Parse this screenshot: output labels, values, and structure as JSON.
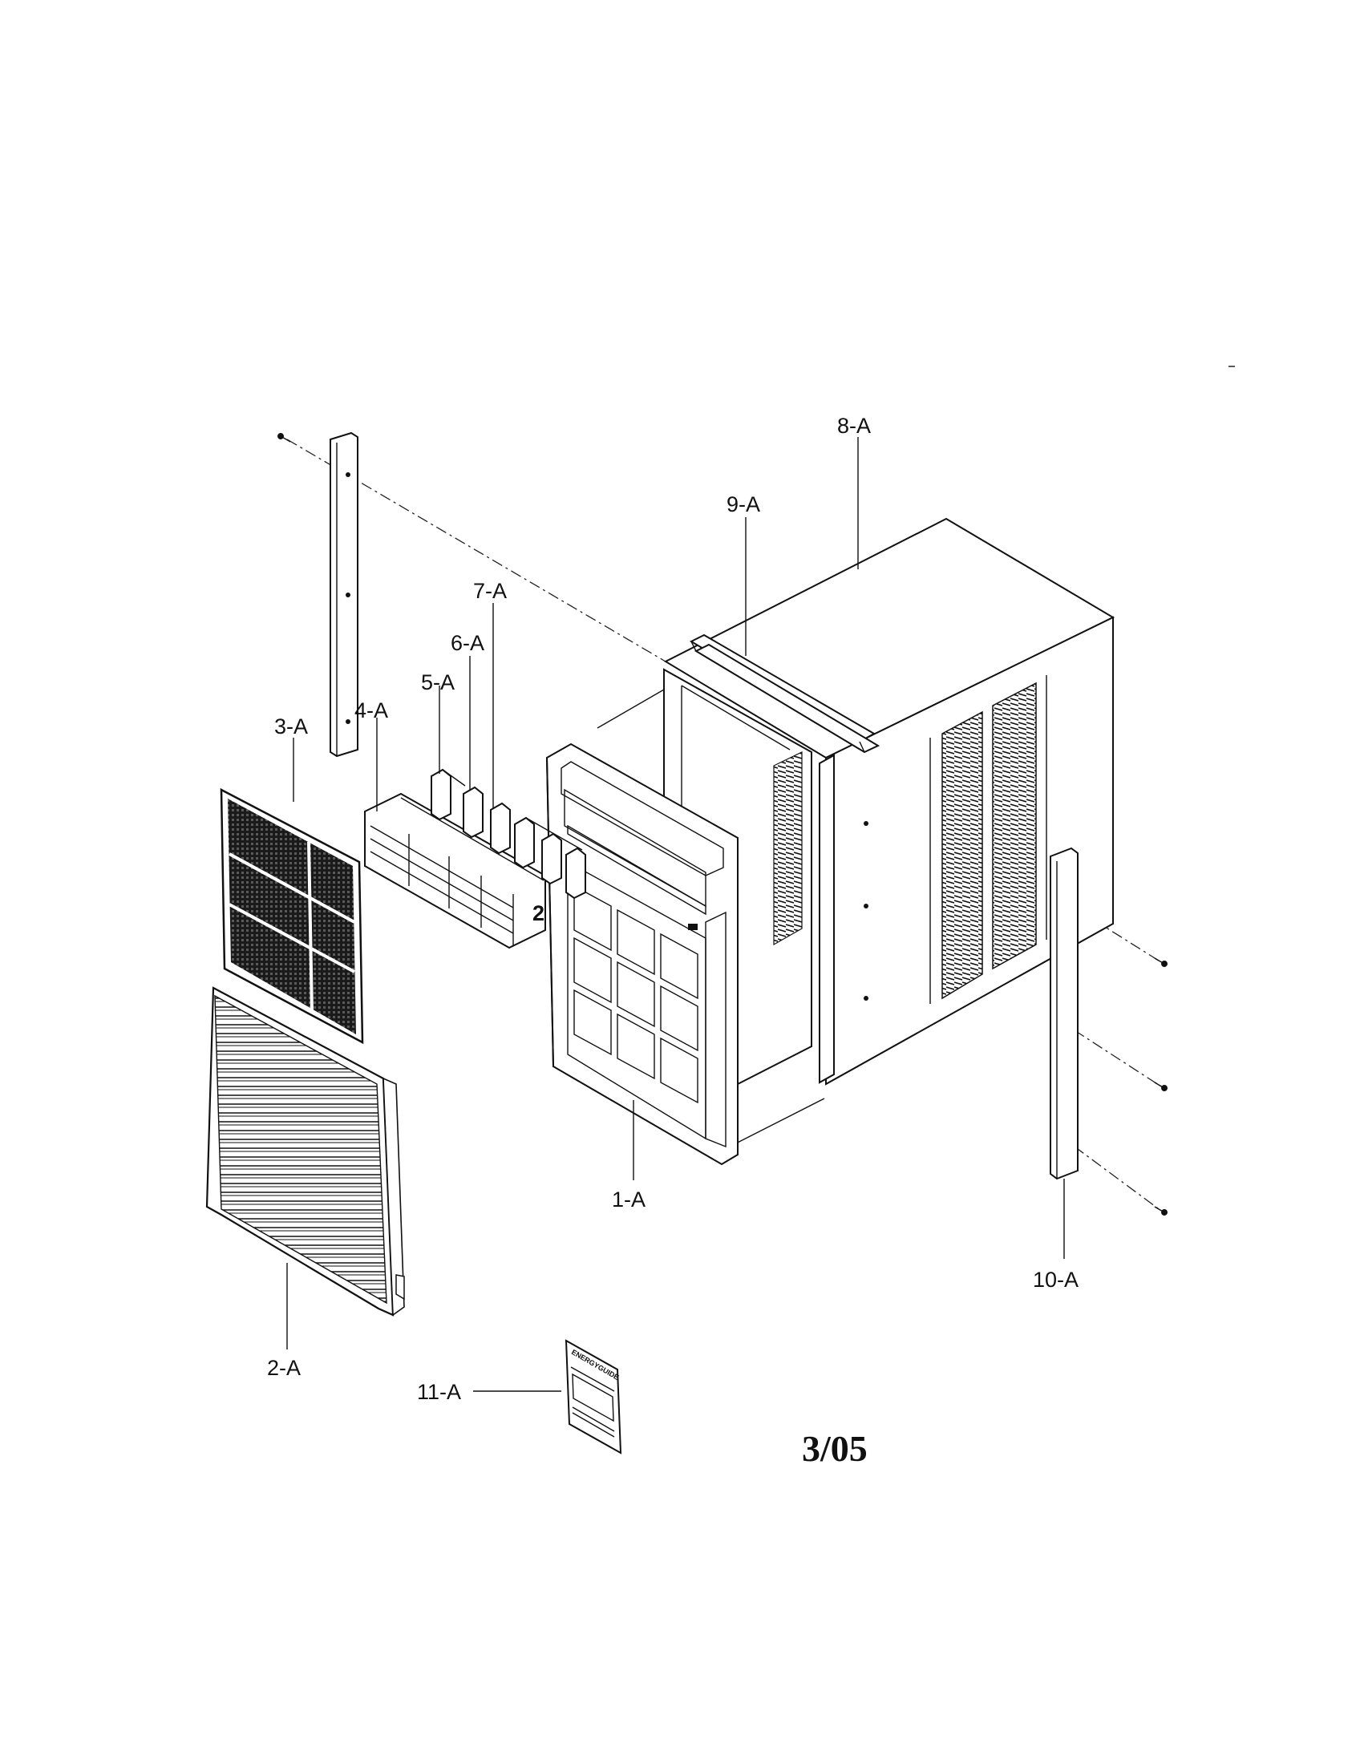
{
  "parts": [
    {
      "id": "1-A"
    },
    {
      "id": "2-A"
    },
    {
      "id": "3-A"
    },
    {
      "id": "4-A"
    },
    {
      "id": "5-A"
    },
    {
      "id": "6-A"
    },
    {
      "id": "7-A"
    },
    {
      "id": "8-A"
    },
    {
      "id": "9-A"
    },
    {
      "id": "10-A"
    },
    {
      "id": "11-A"
    }
  ],
  "date_code": "3/05",
  "label_card": {
    "header": "ENERGYGUIDE"
  }
}
